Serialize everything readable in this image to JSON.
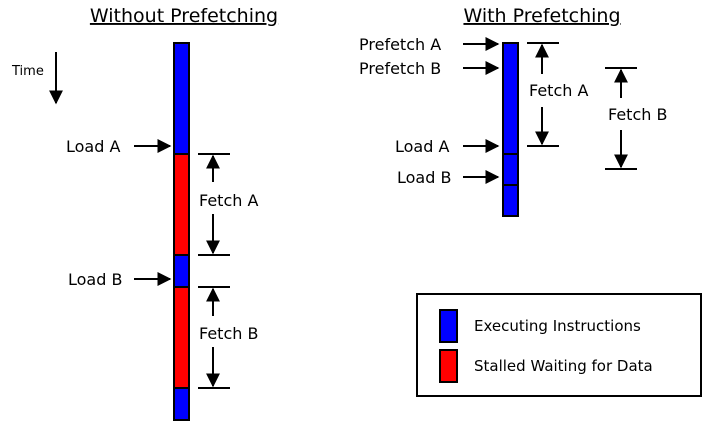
{
  "titles": {
    "left": "Without Prefetching",
    "right": "With Prefetching"
  },
  "time_label": "Time",
  "left_labels": {
    "load_a": "Load A",
    "load_b": "Load B",
    "fetch_a": "Fetch A",
    "fetch_b": "Fetch B"
  },
  "right_labels": {
    "prefetch_a": "Prefetch A",
    "prefetch_b": "Prefetch B",
    "load_a": "Load A",
    "load_b": "Load B",
    "fetch_a": "Fetch A",
    "fetch_b": "Fetch B"
  },
  "legend": {
    "executing": "Executing Instructions",
    "stalled": "Stalled Waiting for Data"
  },
  "colors": {
    "executing": "#0000ff",
    "stalled": "#ff0000",
    "outline": "#000000"
  }
}
